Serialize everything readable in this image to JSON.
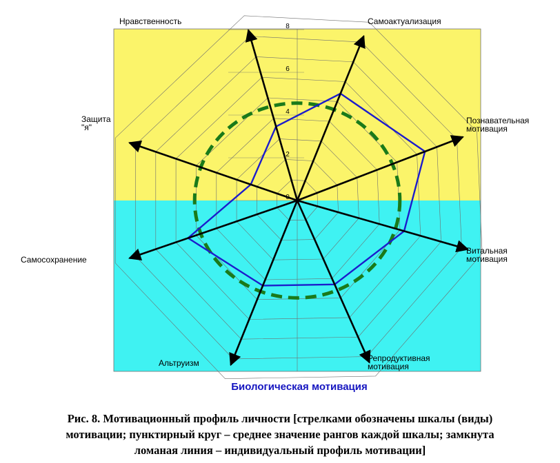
{
  "chart_data": {
    "type": "radar",
    "axes": [
      "Нравственность",
      "Самоактуализация",
      "Познавательная мотивация",
      "Витальная мотивация",
      "Репродуктивная мотивация",
      "Альтруизм",
      "Самосохранение",
      "Защита \"я\""
    ],
    "axis_label_lines": [
      [
        "Нравственность"
      ],
      [
        "Самоактуализация"
      ],
      [
        "Познавательная",
        "мотивация"
      ],
      [
        "Витальная",
        "мотивация"
      ],
      [
        "Репродуктивная",
        "мотивация"
      ],
      [
        "Альтруизм"
      ],
      [
        "Самосохранение"
      ],
      [
        "Защита",
        "\"я\""
      ]
    ],
    "series": [
      {
        "values": [
          3.6,
          5.4,
          6.4,
          5.2,
          4.3,
          4.3,
          5.4,
          2.3
        ]
      }
    ],
    "mean_circle": 4.8,
    "radial_ticks": [
      0,
      2,
      4,
      6,
      8
    ],
    "rlim": [
      0,
      9
    ],
    "grid": true,
    "colors": {
      "upper_band": "#fbf46a",
      "lower_band": "#3ff2f2",
      "profile_line": "#1c1ccc",
      "mean_circle": "#1a7a1a",
      "axes": "#000000",
      "grid": "#6e6e6e",
      "bio_title": "#1515c0"
    }
  },
  "chart": {
    "bio_title": "Биологическая мотивация"
  },
  "caption": {
    "line1": "Рис. 8. Мотивационный профиль личности [стрелками обозначены шкалы (виды)",
    "line2": "мотивации; пунктирный круг –  среднее значение рангов каждой шкалы; замкнута",
    "line3": "ломаная линия – индивидуальный профиль мотивации]"
  }
}
